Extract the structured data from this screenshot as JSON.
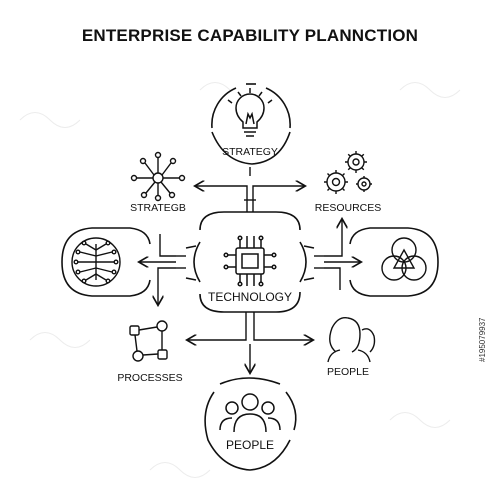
{
  "title": "ENTERPRISE CAPABILITY PLANNCTION",
  "nodes": {
    "strategy_top": "STRATEGY",
    "strategy_left": "STRATEGB",
    "resources": "RESOURCES",
    "technology": "TECHNOLOGY",
    "processes": "PROCESSES",
    "people_right": "PEOPLE",
    "people_bottom": "PEOPLE"
  },
  "stamp_id": "#195079937",
  "colors": {
    "line": "#111111",
    "background": "#ffffff",
    "watermark": "#e9e9e9"
  },
  "icons": [
    "lightbulb-icon",
    "network-icon",
    "gears-icon",
    "circuit-icon",
    "chip-icon",
    "triangle-venn-icon",
    "nodes-icon",
    "people-icon",
    "group-icon"
  ]
}
